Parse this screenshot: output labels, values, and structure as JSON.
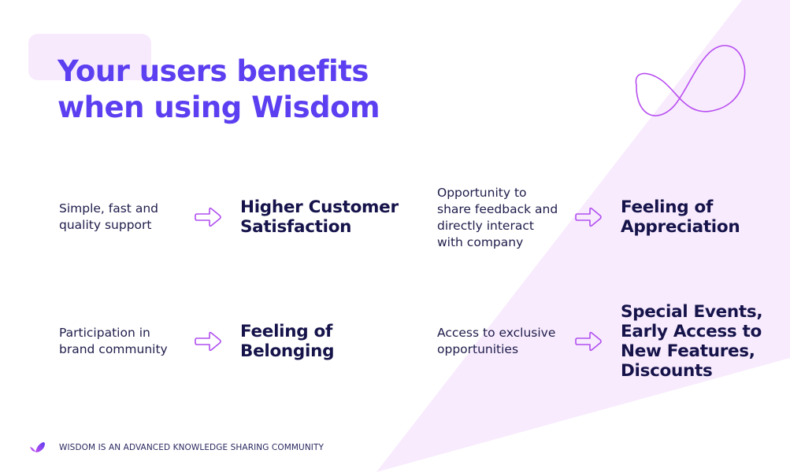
{
  "slide": {
    "title_line1": "Your users benefits",
    "title_line2": "when using Wisdom",
    "colors": {
      "title": "#5b3ff0",
      "text": "#1e1c4a",
      "effect": "#15134a",
      "accent_bg": "#f7eafd",
      "arrow": "#b04ff0"
    }
  },
  "benefits": [
    {
      "cause_lines": [
        "Simple, fast and",
        "quality support"
      ],
      "effect_lines": [
        "Higher Customer",
        "Satisfaction"
      ]
    },
    {
      "cause_lines": [
        "Opportunity to",
        "share feedback and",
        "directly interact",
        "with company"
      ],
      "effect_lines": [
        "Feeling of",
        "Appreciation"
      ]
    },
    {
      "cause_lines": [
        "Participation in",
        "brand community"
      ],
      "effect_lines": [
        "Feeling of",
        "Belonging"
      ]
    },
    {
      "cause_lines": [
        "Access to exclusive",
        "opportunities"
      ],
      "effect_lines": [
        "Special Events,",
        "Early Access to",
        "New Features,",
        "Discounts"
      ]
    }
  ],
  "footer": {
    "logo_icon": "wisdom-logo-icon",
    "text": "WISDOM IS AN ADVANCED KNOWLEDGE SHARING COMMUNITY"
  }
}
